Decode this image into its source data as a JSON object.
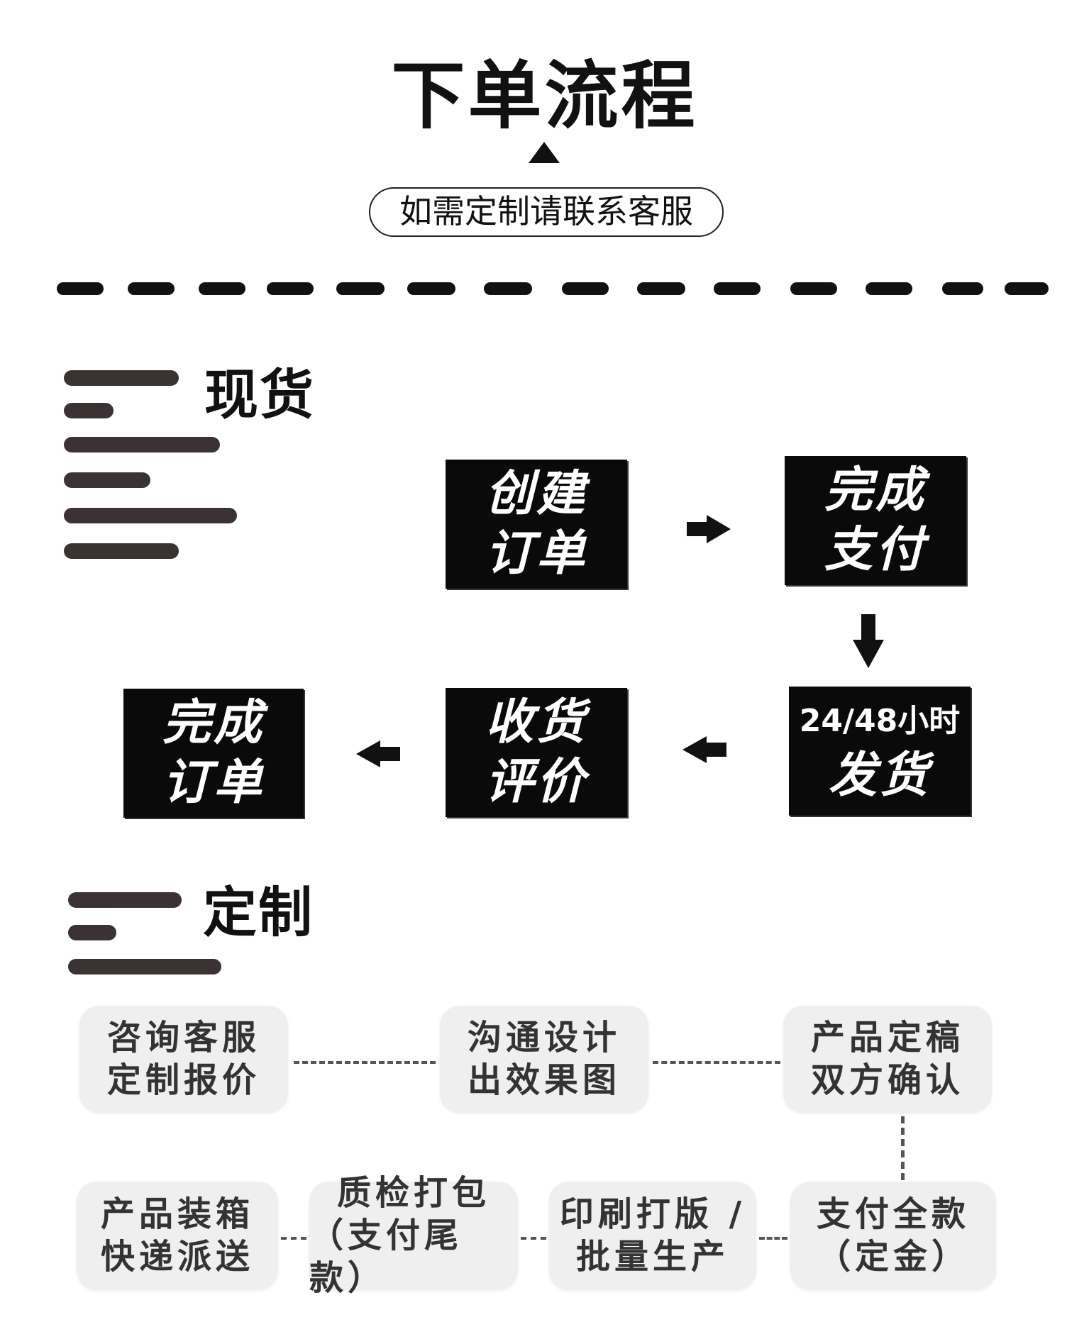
{
  "header": {
    "title": "下单流程",
    "subtitle": "如需定制请联系客服"
  },
  "stock": {
    "title": "现货",
    "steps": {
      "create_order": [
        "创建",
        "订单"
      ],
      "complete_payment": [
        "完成",
        "支付"
      ],
      "ship": [
        "24/48小时",
        "发货"
      ],
      "receive_review": [
        "收货",
        "评价"
      ],
      "complete_order": [
        "完成",
        "订单"
      ]
    }
  },
  "custom": {
    "title": "定制",
    "steps": {
      "consult": [
        "咨询客服",
        "定制报价"
      ],
      "design": [
        "沟通设计",
        "出效果图"
      ],
      "confirm": [
        "产品定稿",
        "双方确认"
      ],
      "pay_full": [
        "支付全款",
        "（定金）"
      ],
      "print": [
        "印刷打版 /",
        "批量生产"
      ],
      "qc": [
        "质检打包",
        "（支付尾款）"
      ],
      "ship": [
        "产品装箱",
        "快递派送"
      ]
    }
  },
  "colors": {
    "stock_box": "#0a0a0a",
    "custom_box": "#efefef",
    "bar": "#3a3233"
  }
}
